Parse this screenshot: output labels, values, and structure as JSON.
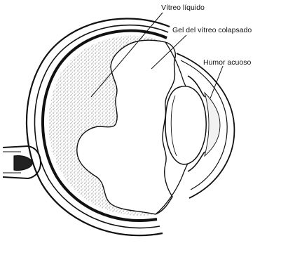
{
  "labels": {
    "liquid_vitreous": "Vítreo líquido",
    "collapsed_gel": "Gel del vítreo colapsado",
    "aqueous_humor": "Humor acuoso"
  },
  "colors": {
    "ink": "#111111",
    "stipple": "#9a9a9a",
    "paper": "#ffffff"
  }
}
